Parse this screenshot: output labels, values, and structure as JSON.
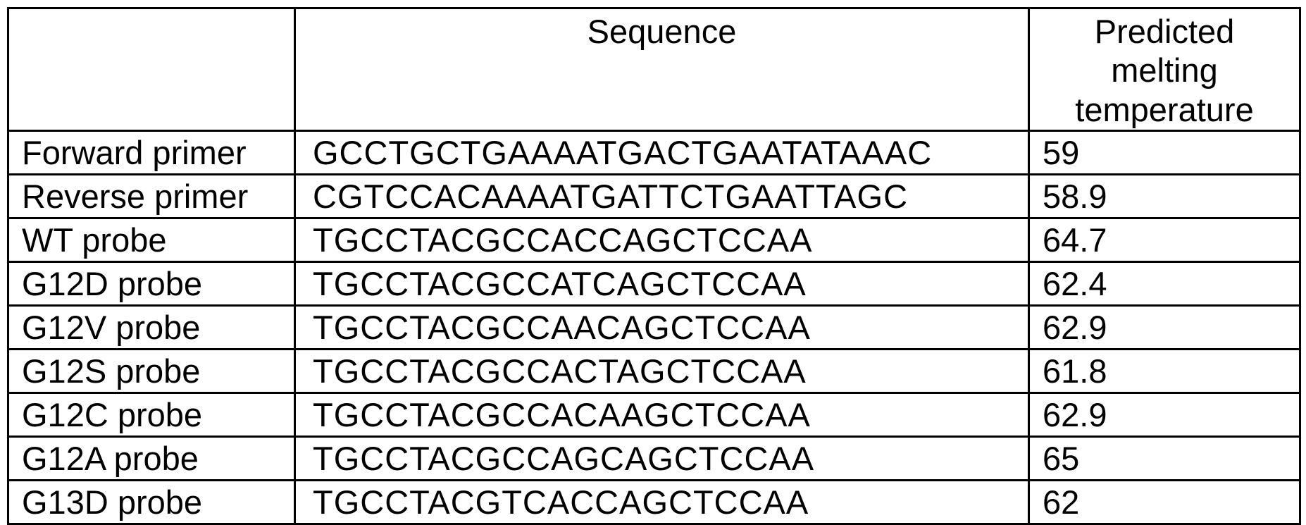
{
  "colors": {
    "background": "#ffffff",
    "border": "#000000",
    "text": "#000000"
  },
  "table": {
    "header": {
      "name_label": "",
      "sequence_label": "Sequence",
      "tm_label": "Predicted melting temperature"
    },
    "rows": [
      {
        "name": "Forward primer",
        "sequence": "GCCTGCTGAAAATGACTGAATATAAAC",
        "tm": "59"
      },
      {
        "name": "Reverse primer",
        "sequence": "CGTCCACAAAATGATTCTGAATTAGC",
        "tm": "58.9"
      },
      {
        "name": "WT probe",
        "sequence": "TGCCTACGCCACCAGCTCCAA",
        "tm": "64.7"
      },
      {
        "name": "G12D probe",
        "sequence": "TGCCTACGCCATCAGCTCCAA",
        "tm": "62.4"
      },
      {
        "name": "G12V probe",
        "sequence": "TGCCTACGCCAACAGCTCCAA",
        "tm": "62.9"
      },
      {
        "name": "G12S probe",
        "sequence": "TGCCTACGCCACTAGCTCCAA",
        "tm": "61.8"
      },
      {
        "name": "G12C probe",
        "sequence": "TGCCTACGCCACAAGCTCCAA",
        "tm": "62.9"
      },
      {
        "name": "G12A probe",
        "sequence": "TGCCTACGCCAGCAGCTCCAA",
        "tm": "65"
      },
      {
        "name": "G13D probe",
        "sequence": "TGCCTACGTCACCAGCTCCAA",
        "tm": "62"
      }
    ]
  }
}
